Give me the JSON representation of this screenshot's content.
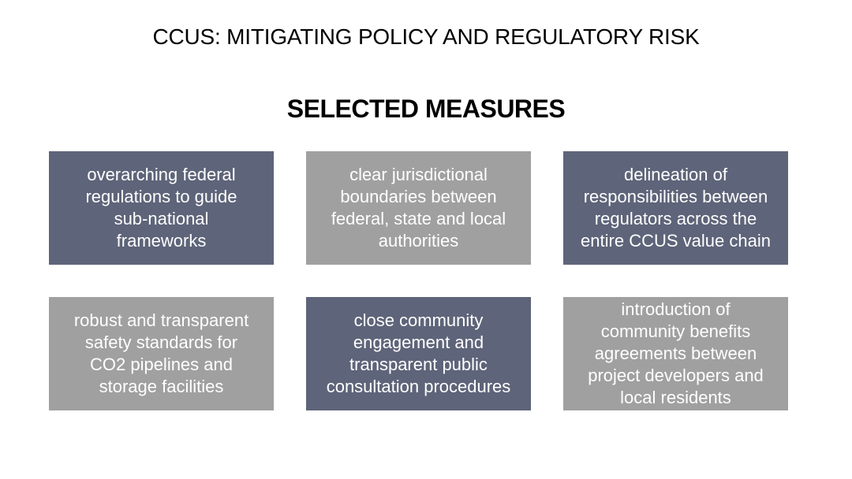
{
  "slide": {
    "title": "CCUS: MITIGATING POLICY AND REGULATORY RISK",
    "subtitle": "SELECTED MEASURES"
  },
  "colors": {
    "slate": "#5E6479",
    "gray": "#A0A0A0",
    "box_text": "#FFFFFF",
    "heading_text": "#000000",
    "background": "#FFFFFF"
  },
  "measures": [
    {
      "variant": "slate",
      "label": "overarching federal\nregulations to guide\nsub-national\nframeworks"
    },
    {
      "variant": "gray",
      "label": "clear jurisdictional\nboundaries between\nfederal, state and local\nauthorities"
    },
    {
      "variant": "slate",
      "label": "delineation of\nresponsibilities between\nregulators across the\nentire CCUS value chain"
    },
    {
      "variant": "gray",
      "label": "robust and transparent\nsafety standards for\nCO2 pipelines and\nstorage facilities"
    },
    {
      "variant": "slate",
      "label": "close community\nengagement and\ntransparent public\nconsultation procedures"
    },
    {
      "variant": "gray",
      "label": "introduction of\ncommunity benefits\nagreements between\nproject developers and\nlocal residents"
    }
  ]
}
